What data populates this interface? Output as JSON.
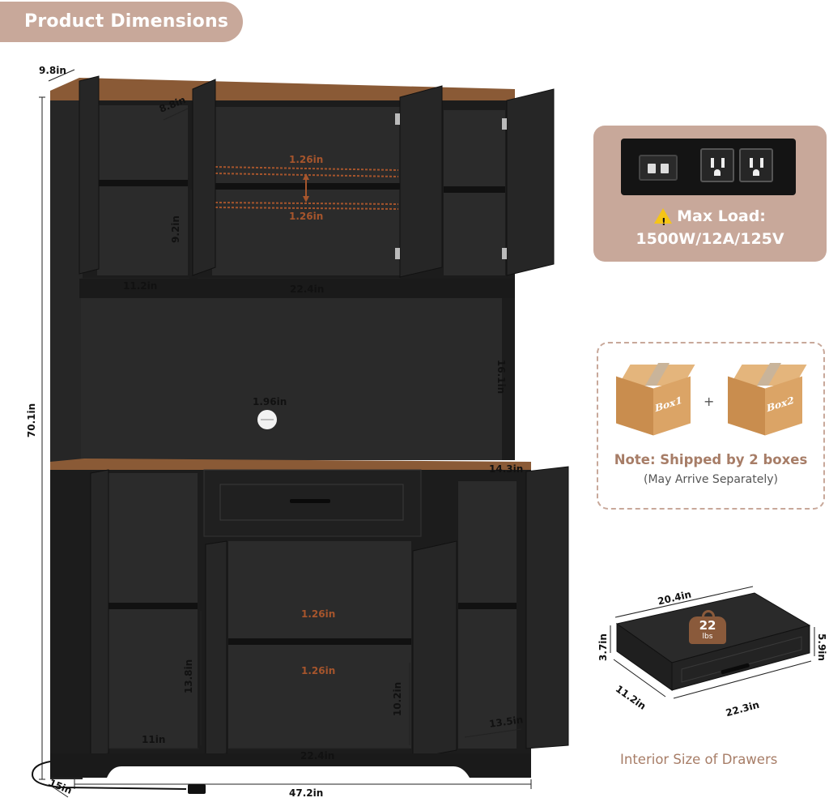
{
  "header": {
    "title": "Product Dimensions"
  },
  "cabinet_dims": {
    "depth_top": "9.8in",
    "shelf_depth": "8.8in",
    "gap_upper_top": "1.26in",
    "gap_upper_bottom": "1.26in",
    "upper_height": "9.2in",
    "upper_left_width": "11.2in",
    "upper_center_width": "22.4in",
    "total_height": "70.1in",
    "hole": "1.96in",
    "open_height": "16.1in",
    "counter_depth": "14.3in",
    "gap_lower_top": "1.26in",
    "gap_lower_bottom": "1.26in",
    "lower_height": "13.8in",
    "lower_center_height": "10.2in",
    "lower_right_depth": "13.5in",
    "lower_left_width": "11in",
    "lower_center_width": "22.4in",
    "base_depth": "15in",
    "total_width": "47.2in"
  },
  "power": {
    "max_load_label": "Max Load:",
    "max_load_value": "1500W/12A/125V"
  },
  "shipping": {
    "box1": "Box1",
    "box2": "Box2",
    "plus": "+",
    "note": "Note: Shipped by 2 boxes",
    "sub": "(May Arrive Separately)"
  },
  "drawer": {
    "width_top": "20.4in",
    "height_left": "3.7in",
    "height_right": "5.9in",
    "depth": "11.2in",
    "width_bottom": "22.3in",
    "weight_value": "22",
    "weight_unit": "lbs",
    "caption": "Interior Size of Drawers"
  },
  "colors": {
    "accent": "#c8a89a",
    "wood": "#8a5a36",
    "cabinet": "#1e1e1e",
    "note_text": "#a77d67"
  }
}
